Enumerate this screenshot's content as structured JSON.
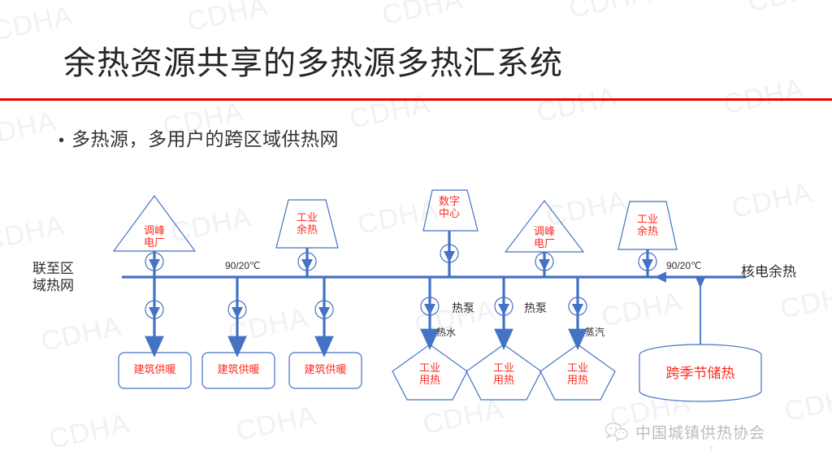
{
  "slide": {
    "title": "余热资源共享的多热源多热汇系统",
    "bullet_marker": "•",
    "bullet_text": "多热源，多用户的跨区域供热网",
    "rule_color": "#ee0000",
    "page_number": "7"
  },
  "watermark": {
    "text": "CDHA",
    "color": "#f0f1f3"
  },
  "footer": {
    "icon": "wechat-icon",
    "text": "中国城镇供热协会"
  },
  "diagram": {
    "line_color": "#4472c4",
    "text_color_red": "#ff2a20",
    "text_color_black": "#2b2b2b",
    "network_label_left": "联至区\n域热网",
    "network_label_left_line1": "联至区",
    "network_label_left_line2": "域热网",
    "network_label_right": "核电余热",
    "temp_label_1": "90/20℃",
    "temp_label_2": "90/20℃",
    "sources": [
      {
        "shape": "triangle",
        "label_line1": "调峰",
        "label_line2": "电厂",
        "name": "peak-shaving-power-plant"
      },
      {
        "shape": "trapezoid",
        "label_line1": "工业",
        "label_line2": "余热",
        "name": "industrial-waste-heat"
      },
      {
        "shape": "trapezoid",
        "label_line1": "数字",
        "label_line2": "中心",
        "name": "data-center"
      },
      {
        "shape": "triangle",
        "label_line1": "调峰",
        "label_line2": "电厂",
        "name": "peak-shaving-power-plant"
      },
      {
        "shape": "trapezoid",
        "label_line1": "工业",
        "label_line2": "余热",
        "name": "industrial-waste-heat"
      }
    ],
    "consumers": [
      {
        "shape": "rounded-rect",
        "label": "建筑供暖",
        "name": "building-heating"
      },
      {
        "shape": "rounded-rect",
        "label": "建筑供暖",
        "name": "building-heating"
      },
      {
        "shape": "rounded-rect",
        "label": "建筑供暖",
        "name": "building-heating"
      },
      {
        "shape": "pentagon",
        "label_line1": "工业",
        "label_line2": "用热",
        "name": "industrial-heat-use"
      },
      {
        "shape": "pentagon",
        "label_line1": "工业",
        "label_line2": "用热",
        "name": "industrial-heat-use"
      },
      {
        "shape": "pentagon",
        "label_line1": "工业",
        "label_line2": "用热",
        "name": "industrial-heat-use"
      }
    ],
    "storage": {
      "shape": "cylinder",
      "label": "跨季节储热",
      "name": "seasonal-thermal-storage"
    },
    "annotations": [
      {
        "text": "热泵",
        "name": "heat-pump-label-1"
      },
      {
        "text": "热泵",
        "name": "heat-pump-label-2"
      },
      {
        "text": "热水",
        "name": "hot-water-label"
      },
      {
        "text": "蒸汽",
        "name": "steam-label"
      }
    ]
  }
}
